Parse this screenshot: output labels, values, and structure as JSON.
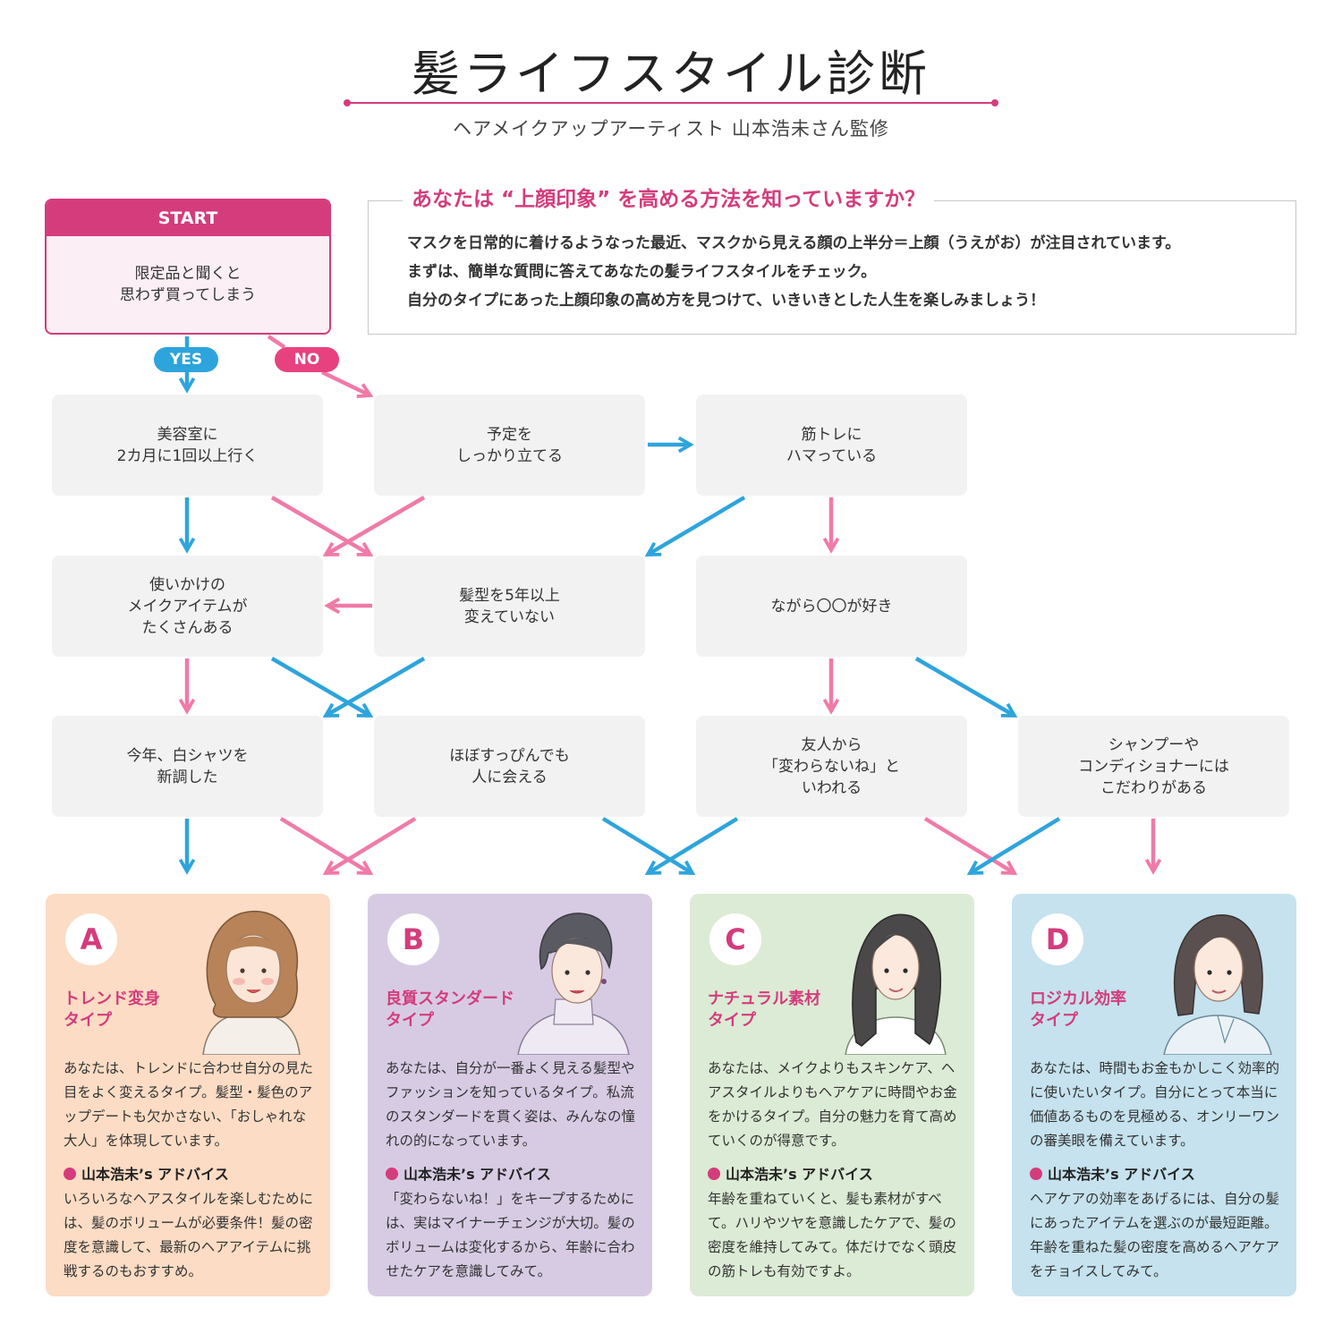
{
  "header": {
    "title": "髪ライフスタイル診断",
    "subtitle": "ヘアメイクアップアーティスト 山本浩未さん監修"
  },
  "start": {
    "label": "START",
    "question": "限定品と聞くと\n思わず買ってしまう"
  },
  "intro": {
    "question": "あなたは “上顔印象” を高める方法を知っていますか？",
    "lines": [
      "マスクを日常的に着けるようなった最近、マスクから見える顔の上半分＝上顔（うえがお）が注目されています。",
      "まずは、簡単な質問に答えてあなたの髪ライフスタイルをチェック。",
      "自分のタイプにあった上顔印象の高め方を見つけて、いきいきとした人生を楽しみましょう！"
    ]
  },
  "answers": {
    "yes": "YES",
    "no": "NO"
  },
  "colors": {
    "accent": "#d43c7c",
    "yes": "#2ea4dc",
    "no": "#e8417f"
  },
  "questions": {
    "q1": "美容室に\n2カ月に1回以上行く",
    "q2": "予定を\nしっかり立てる",
    "q3": "筋トレに\nハマっている",
    "q4": "使いかけの\nメイクアイテムが\nたくさんある",
    "q5": "髪型を5年以上\n変えていない",
    "q6": "ながら〇〇が好き",
    "q7": "今年、白シャツを\n新調した",
    "q8": "ほぼすっぴんでも\n人に会える",
    "q9": "友人から\n「変わらないね」と\nいわれる",
    "q10": "シャンプーや\nコンディショナーには\nこだわりがある"
  },
  "results": [
    {
      "letter": "A",
      "type": "トレンド変身\nタイプ",
      "bg": "#fcdcc4",
      "description": "あなたは、トレンドに合わせ自分の見た目をよく変えるタイプ。髪型・髪色のアップデートも欠かさない、「おしゃれな大人」を体現しています。",
      "advice_title": "山本浩未’s アドバイス",
      "advice": "いろいろなヘアスタイルを楽しむためには、髪のボリュームが必要条件！髪の密度を意識して、最新のヘアアイテムに挑戦するのもおすすめ。"
    },
    {
      "letter": "B",
      "type": "良質スタンダード\nタイプ",
      "bg": "#d7cbe4",
      "description": "あなたは、自分が一番よく見える髪型やファッションを知っているタイプ。私流のスタンダードを貫く姿は、みんなの憧れの的になっています。",
      "advice_title": "山本浩未’s アドバイス",
      "advice": "「変わらないね！」をキープするためには、実はマイナーチェンジが大切。髪のボリュームは変化するから、年齢に合わせたケアを意識してみて。"
    },
    {
      "letter": "C",
      "type": "ナチュラル素材\nタイプ",
      "bg": "#dcebd5",
      "description": "あなたは、メイクよりもスキンケア、ヘアスタイルよりもヘアケアに時間やお金をかけるタイプ。自分の魅力を育て高めていくのが得意です。",
      "advice_title": "山本浩未’s アドバイス",
      "advice": "年齢を重ねていくと、髪も素材がすべて。ハリやツヤを意識したケアで、髪の密度を維持してみて。体だけでなく頭皮の筋トレも有効ですよ。"
    },
    {
      "letter": "D",
      "type": "ロジカル効率\nタイプ",
      "bg": "#c5e2ee",
      "description": "あなたは、時間もお金もかしこく効率的に使いたいタイプ。自分にとって本当に価値あるものを見極める、オンリーワンの審美眼を備えています。",
      "advice_title": "山本浩未’s アドバイス",
      "advice": "ヘアケアの効率をあげるには、自分の髪にあったアイテムを選ぶのが最短距離。年齢を重ねた髪の密度を高めるヘアケアをチョイスしてみて。"
    }
  ]
}
